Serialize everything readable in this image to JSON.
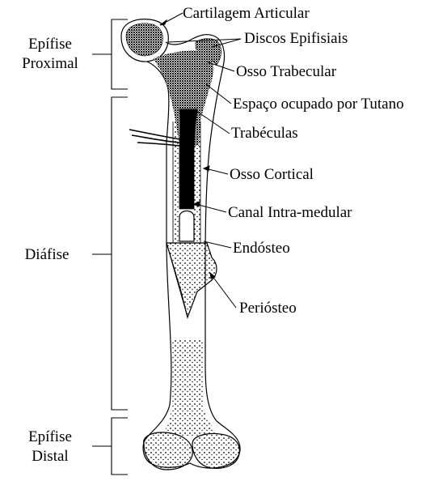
{
  "diagram": {
    "left_labels": {
      "epifise_proximal_line1": "Epífise",
      "epifise_proximal_line2": "Proximal",
      "diafise": "Diáfise",
      "epifise_distal_line1": "Epífise",
      "epifise_distal_line2": "Distal"
    },
    "right_labels": {
      "cartilagem": "Cartilagem Articular",
      "discos": "Discos Epifisiais",
      "osso_trabecular": "Osso Trabecular",
      "espaco_tutano": "Espaço ocupado por Tutano",
      "trabeculas": "Trabéculas",
      "osso_cortical": "Osso Cortical",
      "canal": "Canal Intra-medular",
      "endosteo": "Endósteo",
      "periosteo": "Periósteo"
    },
    "colors": {
      "ink": "#000000",
      "paper": "#ffffff"
    }
  }
}
